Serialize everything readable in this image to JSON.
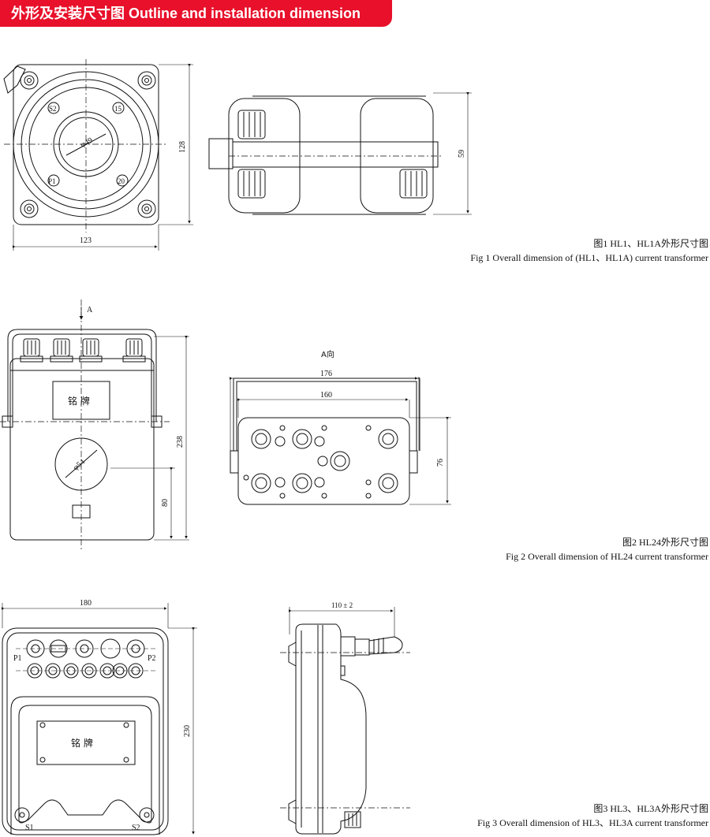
{
  "header": {
    "title": "外形及安装尺寸图 Outline and installation dimension",
    "color": "#e8102a"
  },
  "fig1": {
    "caption_cn": "图1 HL1、HL1A外形尺寸图",
    "caption_en": "Fig 1 Overall dimension  of (HL1、HL1A) current transformer",
    "dim_width": "123",
    "dim_height": "128",
    "dim_side": "59",
    "dim_hole": "φ49",
    "term_s2": "S2",
    "term_15": "15",
    "term_p1": "P1",
    "term_20": "20"
  },
  "fig2": {
    "caption_cn": "图2 HL24外形尺寸图",
    "caption_en": "Fig 2 Overall dimension of HL24 current transformer",
    "arrow_label": "A",
    "view_label": "A向",
    "nameplate": "铭  牌",
    "dim_hole": "φ54",
    "dim_height": "238",
    "dim_lower": "80",
    "dim_176": "176",
    "dim_160": "160",
    "dim_76": "76"
  },
  "fig3": {
    "caption_cn": "图3 HL3、HL3A外形尺寸图",
    "caption_en": "Fig 3 Overall dimension of HL3、HL3A current transformer",
    "dim_width": "180",
    "dim_height": "230",
    "dim_depth": "110 ± 2",
    "term_p1": "P1",
    "term_p2": "P2",
    "term_s1": "S1",
    "term_s2": "S2",
    "nameplate": "铭  牌"
  }
}
